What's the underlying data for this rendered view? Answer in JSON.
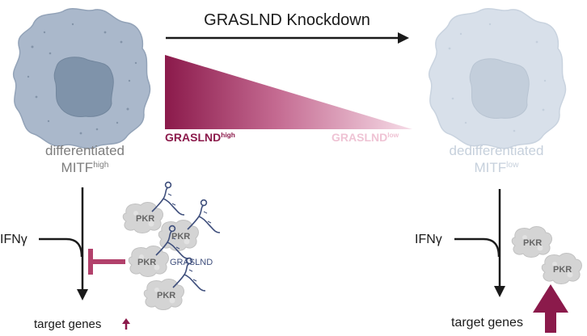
{
  "header": {
    "title": "GRASLND Knockdown"
  },
  "gradient": {
    "label_high": {
      "main": "GRASLND",
      "sup": "high"
    },
    "label_low": {
      "main": "GRASLND",
      "sup": "low"
    }
  },
  "cell_left": {
    "line1": "differentiated",
    "line2_main": "MITF",
    "line2_sup": "high"
  },
  "cell_right": {
    "line1": "dedifferentiated",
    "line2_main": "MITF",
    "line2_sup": "low"
  },
  "left_panel": {
    "input": "IFNγ",
    "output": "target genes",
    "pkr_labels": [
      "PKR",
      "PKR",
      "PKR",
      "PKR"
    ],
    "rna_label": "GRASLND"
  },
  "right_panel": {
    "input": "IFNγ",
    "output": "target genes",
    "pkr_labels": [
      "PKR",
      "PKR"
    ]
  },
  "colors": {
    "cell_body": "#aab8cb",
    "cell_nucleus": "#7f93aa",
    "faded_cell_body": "#d8e0ea",
    "grasl_high": "#8b1a4b",
    "grasl_low": "#f0ccdc",
    "inhibition": "#b2416b",
    "pkr_protein": "#d4d4d4",
    "rna_strand": "#3f4f7c",
    "arrow_dark": "#1a1a1a",
    "upregulation": "#8b1a4b"
  }
}
